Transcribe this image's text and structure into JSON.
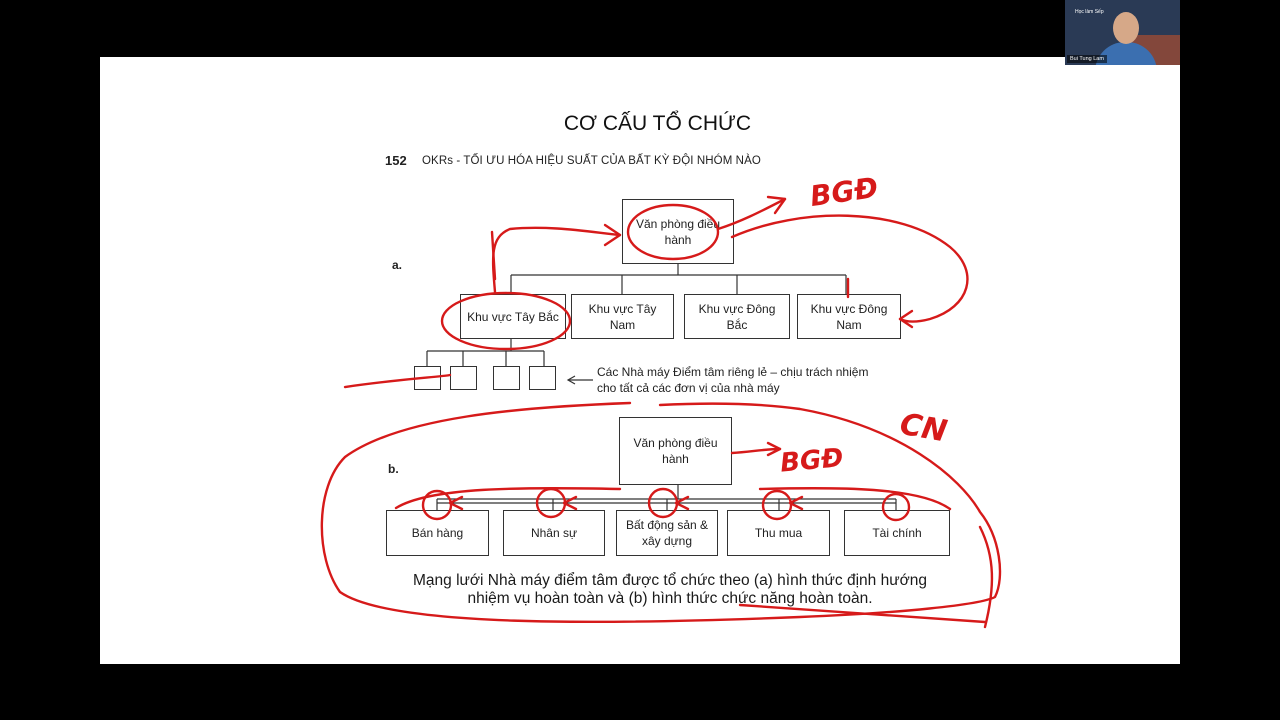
{
  "slide": {
    "title": "CƠ CẤU TỔ CHỨC",
    "page_number": "152",
    "book_title": "OKRs - TỐI ƯU HÓA HIỆU SUẤT CỦA BẤT KỲ ĐỘI NHÓM NÀO"
  },
  "diagram_a": {
    "label": "a.",
    "top_box": "Văn phòng điều hành",
    "regions": [
      "Khu vực Tây Bắc",
      "Khu vực Tây Nam",
      "Khu vực Đông Bắc",
      "Khu vực Đông Nam"
    ],
    "note": "Các Nhà máy Điểm tâm riêng lẻ – chịu trách nhiệm cho tất cả các đơn vị của nhà máy"
  },
  "diagram_b": {
    "label": "b.",
    "top_box": "Văn phòng điều hành",
    "functions": [
      "Bán hàng",
      "Nhân sự",
      "Bất động sản & xây dựng",
      "Thu mua",
      "Tài chính"
    ]
  },
  "caption": "Mạng lưới Nhà máy điểm tâm được tổ chức theo (a) hình thức định hướng nhiệm vụ hoàn toàn và (b) hình thức chức năng hoàn toàn.",
  "annotations": {
    "ink_color": "#d61a1a",
    "handwritten_1": "BGĐ",
    "handwritten_2": "CN",
    "handwritten_3": "BGĐ"
  },
  "webcam": {
    "name": "Bui Tung Lam",
    "logo_text": "Học làm Sếp"
  }
}
